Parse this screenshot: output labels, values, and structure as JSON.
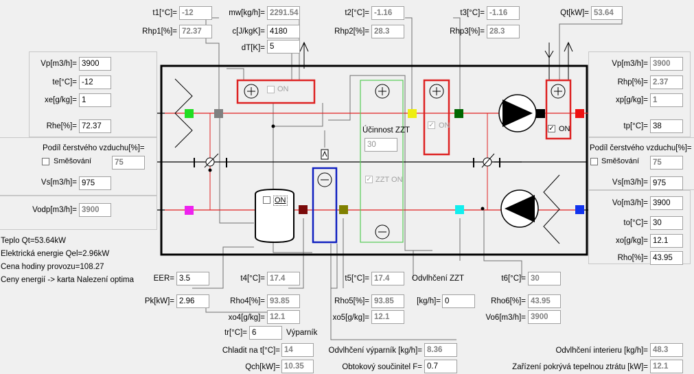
{
  "top": {
    "t1_label": "t1[°C]=",
    "t1": "-12",
    "rhp1_label": "Rhp1[%]=",
    "rhp1": "72.37",
    "mw_label": "mw[kg/h]=",
    "mw": "2291.54",
    "c_label": "c[J/kgK]=",
    "c": "4180",
    "dt_label": "dT[K]=",
    "dt": "5",
    "t2_label": "t2[°C]=",
    "t2": "-1.16",
    "rhp2_label": "Rhp2[%]=",
    "rhp2": "28.3",
    "t3_label": "t3[°C]=",
    "t3": "-1.16",
    "rhp3_label": "Rhp3[%]=",
    "rhp3": "28.3",
    "qt_label": "Qt[kW]=",
    "qt": "53.64"
  },
  "left_panel": {
    "vp_label": "Vp[m3/h]=",
    "vp": "3900",
    "te_label": "te[°C]=",
    "te": "-12",
    "xe_label": "xe[g/kg]=",
    "xe": "1",
    "rhe_label": "Rhe[%]=",
    "rhe": "72.37",
    "fresh_label": "Podíl čerstvého vzduchu[%]=",
    "mixing_label": "Směšování",
    "fresh": "75",
    "vs_label": "Vs[m3/h]=",
    "vs": "975",
    "vodp_label": "Vodp[m3/h]=",
    "vodp": "3900"
  },
  "right_panel": {
    "vp_label": "Vp[m3/h]=",
    "vp": "3900",
    "rhp_label": "Rhp[%]=",
    "rhp": "2.37",
    "xp_label": "xp[g/kg]=",
    "xp": "1",
    "tp_label": "tp[°C]=",
    "tp": "38",
    "fresh_label": "Podíl čerstvého vzduchu[%]=",
    "mixing_label": "Směšování",
    "fresh": "75",
    "vs_label": "Vs[m3/h]=",
    "vs": "975",
    "vo_label": "Vo[m3/h]=",
    "vo": "3900",
    "to_label": "to[°C]=",
    "to": "30",
    "xo_label": "xo[g/kg]=",
    "xo": "12.1",
    "rho_label": "Rho[%]=",
    "rho": "43.95"
  },
  "unit": {
    "heater1_on": "ON",
    "zzt_title": "Účinnost ZZT",
    "zzt": "30",
    "zzt_on": "ZZT ON",
    "cooler_on": "ON",
    "heater2_on": "ON",
    "condenser_on": "ON"
  },
  "summary": {
    "line1": "Teplo Qt=53.64kW",
    "line2": "Elektrická energie Qel=2.96kW",
    "line3": "Cena hodiny provozu=108.27",
    "line4": "Ceny energií -> karta Nalezení optima"
  },
  "bottom": {
    "eer_label": "EER=",
    "eer": "3.5",
    "pk_label": "Pk[kW]=",
    "pk": "2.96",
    "t4_label": "t4[°C]=",
    "t4": "17.4",
    "rho4_label": "Rho4[%]=",
    "rho4": "93.85",
    "xo4_label": "xo4[g/kg]=",
    "xo4": "12.1",
    "tr_label": "tr[°C]=",
    "tr": "6",
    "vyparnik": "Výparník",
    "t5_label": "t5[°C]=",
    "t5": "17.4",
    "rho5_label": "Rho5[%]=",
    "rho5": "93.85",
    "xo5_label": "xo5[g/kg]=",
    "xo5": "12.1",
    "odvlh_zzt": "Odvlhčení ZZT",
    "kgh_label": "[kg/h]=",
    "kgh": "0",
    "t6_label": "t6[°C]=",
    "t6": "30",
    "rho6_label": "Rho6[%]=",
    "rho6": "43.95",
    "vo6_label": "Vo6[m3/h]=",
    "vo6": "3900",
    "chladit_label": "Chladit na t[°C]=",
    "chladit": "14",
    "qch_label": "Qch[kW]=",
    "qch": "10.35",
    "odvlh_vyp_label": "Odvlhčení výparník [kg/h]=",
    "odvlh_vyp": "8.36",
    "obtok_label": "Obtokový součinitel F=",
    "obtok": "0.7",
    "odvlh_int_label": "Odvlhčení interieru [kg/h]=",
    "odvlh_int": "48.3",
    "zarizeni_label": "Zařízení pokrývá tepelnou ztrátu [kW]=",
    "zarizeni": "12.1"
  },
  "colors": {
    "supply_line": "#e02020",
    "return_line": "#e02020",
    "inlet_arrow": "#22dd22",
    "outlet_arrow": "#ee1111",
    "exhaust_arrow": "#ee22ee",
    "return_arrow": "#1133ee",
    "evaporator": "#1020c0",
    "zzt_box": "#55cc55"
  }
}
